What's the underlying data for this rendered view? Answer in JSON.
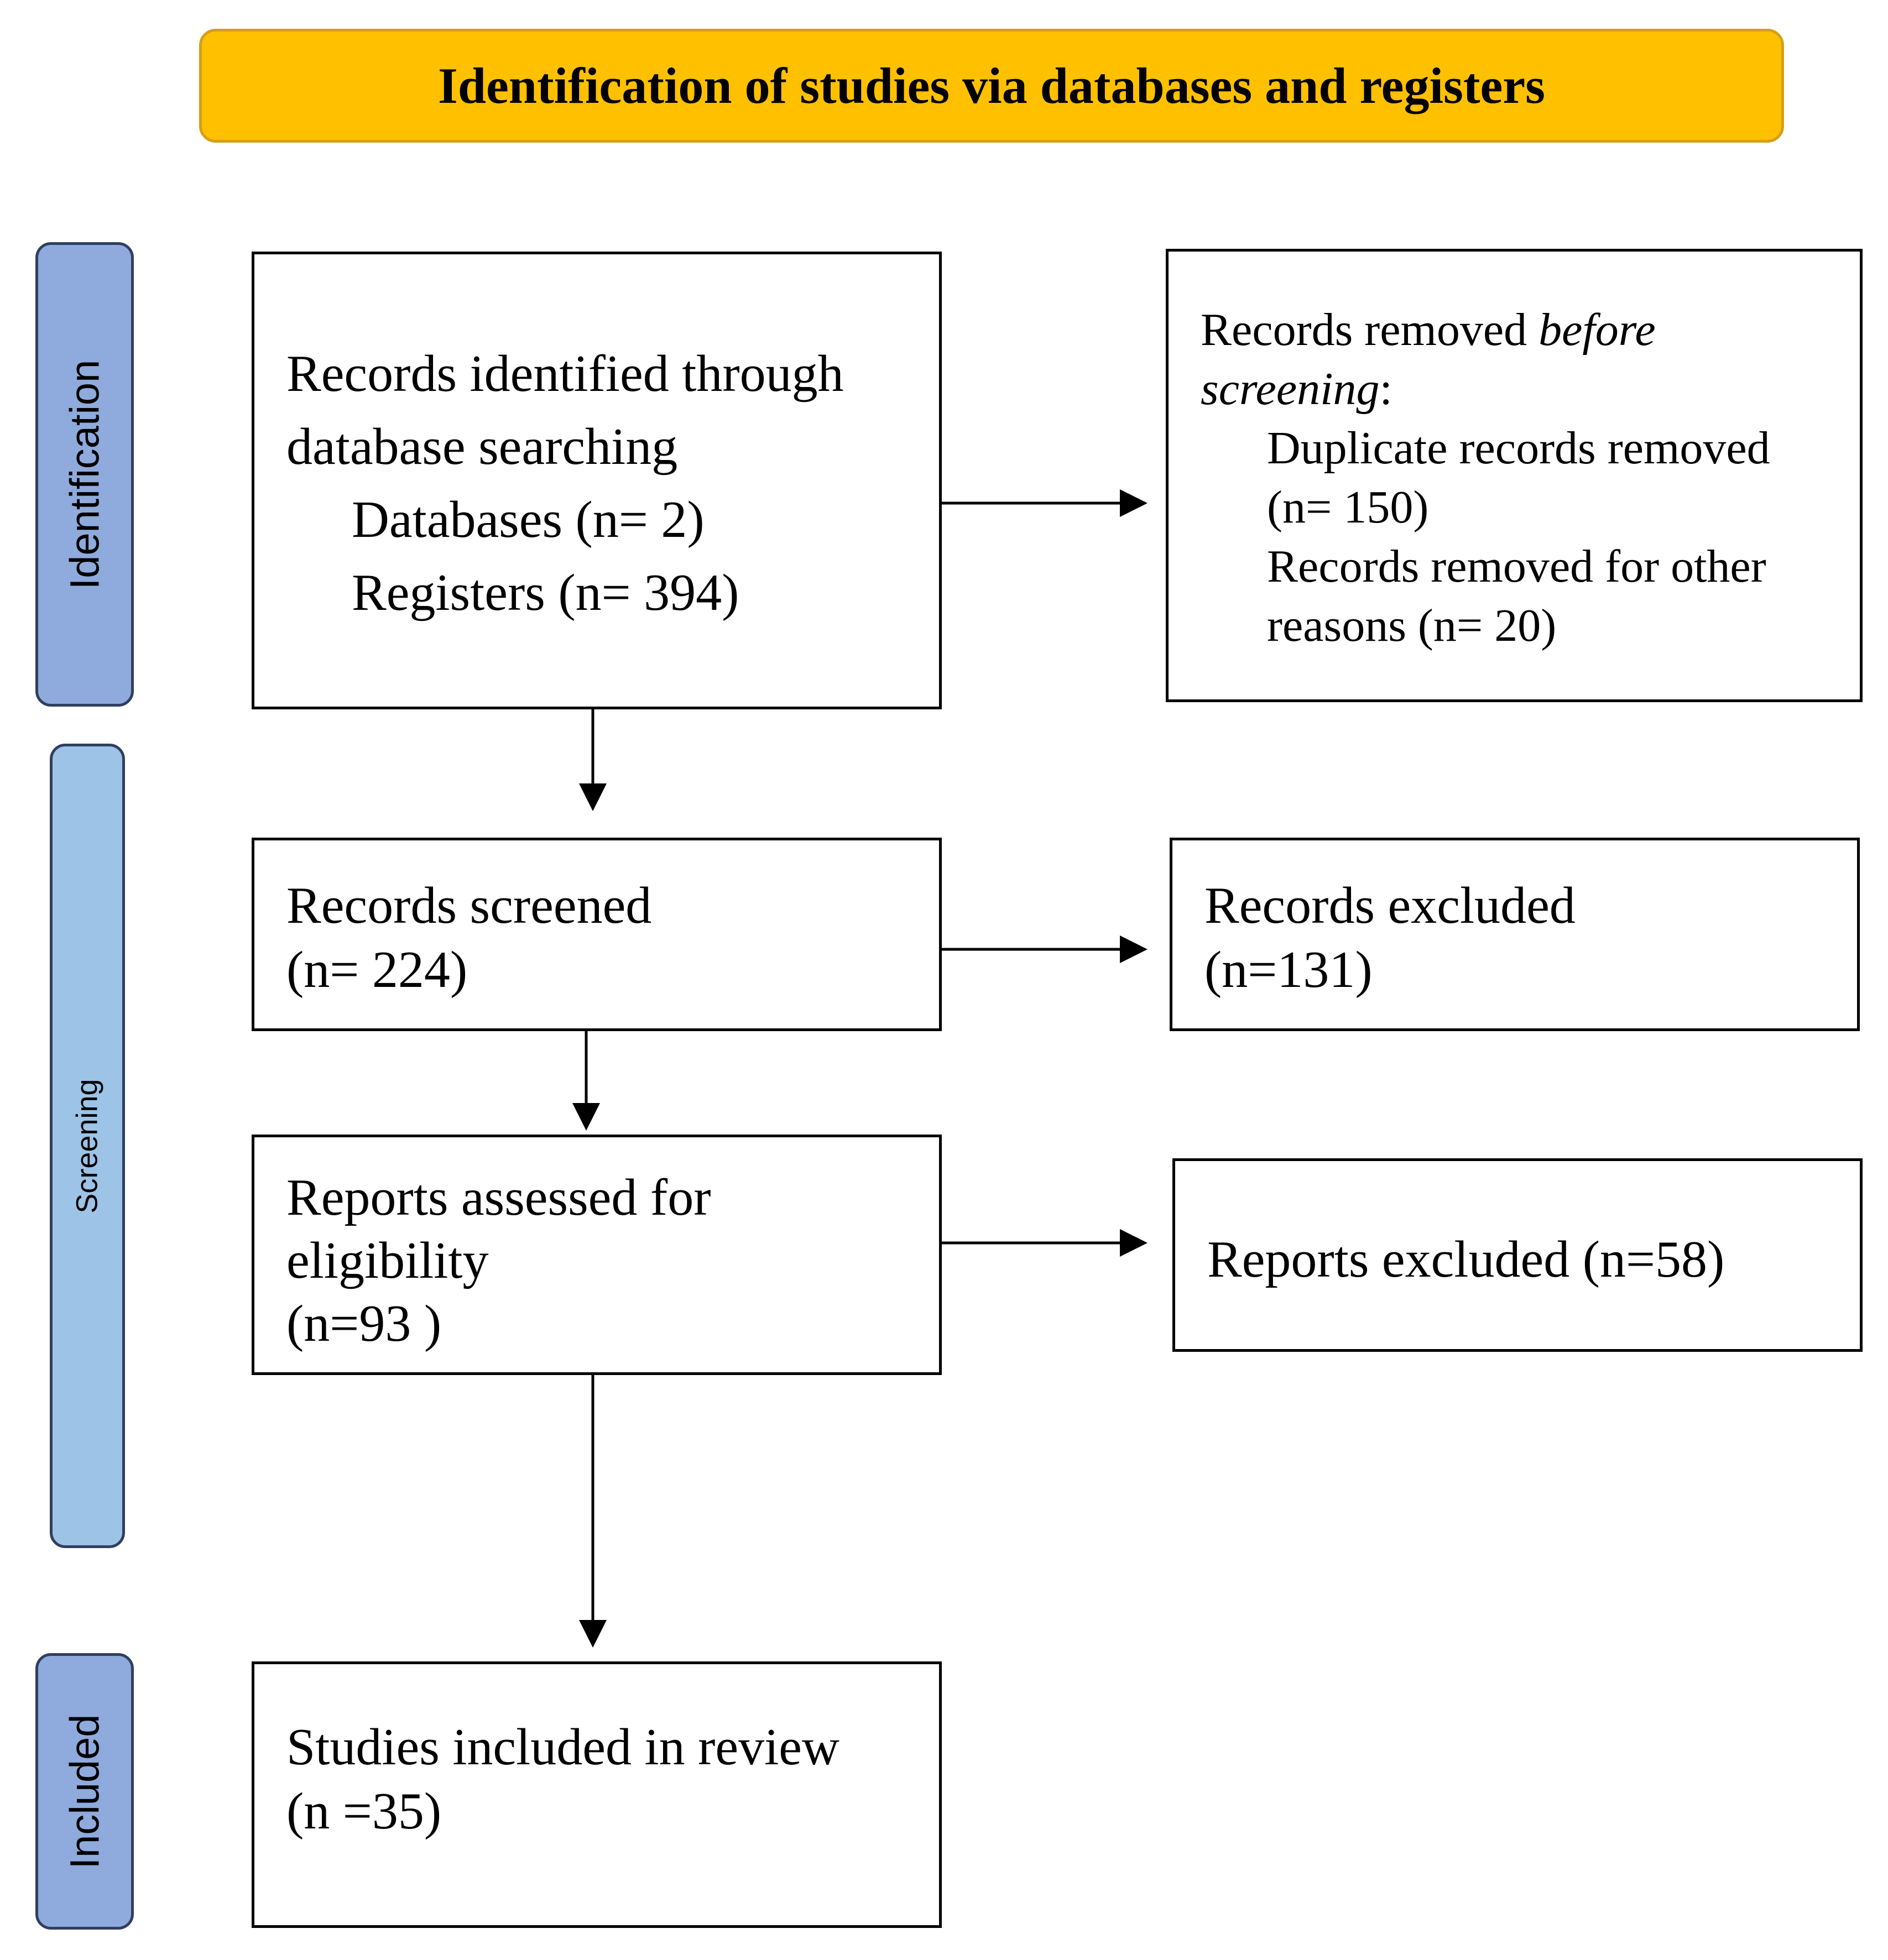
{
  "header": {
    "title": "Identification of studies via databases and registers"
  },
  "phases": {
    "identification": "Identification",
    "screening": "Screening",
    "included": "Included"
  },
  "colors": {
    "header_fill": "#ffc000",
    "identification_fill": "#8faadc",
    "screening_fill": "#9dc3e6",
    "included_fill": "#8faadc"
  },
  "boxes": {
    "identified": {
      "line1": "Records identified through",
      "line2": "database searching",
      "databases": "Databases (n= 2)",
      "registers": "Registers (n= 394)"
    },
    "removed": {
      "prefix": "Records removed ",
      "emph1": "before",
      "emph2": "screening",
      "colon": ":",
      "dup_line1": "Duplicate records removed",
      "dup_line2": "(n= 150)",
      "other_line1": "Records removed for other",
      "other_line2": "reasons (n= 20)"
    },
    "screened": {
      "line1": "Records screened",
      "line2": "(n= 224)"
    },
    "excluded": {
      "line1": "Records excluded",
      "line2": "(n=131)"
    },
    "assessed": {
      "line1": "Reports assessed for",
      "line2": "eligibility",
      "line3": "(n=93 )"
    },
    "reports_excluded": {
      "line1": "Reports excluded (n=58)"
    },
    "included": {
      "line1": "Studies included in review",
      "line2": "(n =35)"
    }
  }
}
